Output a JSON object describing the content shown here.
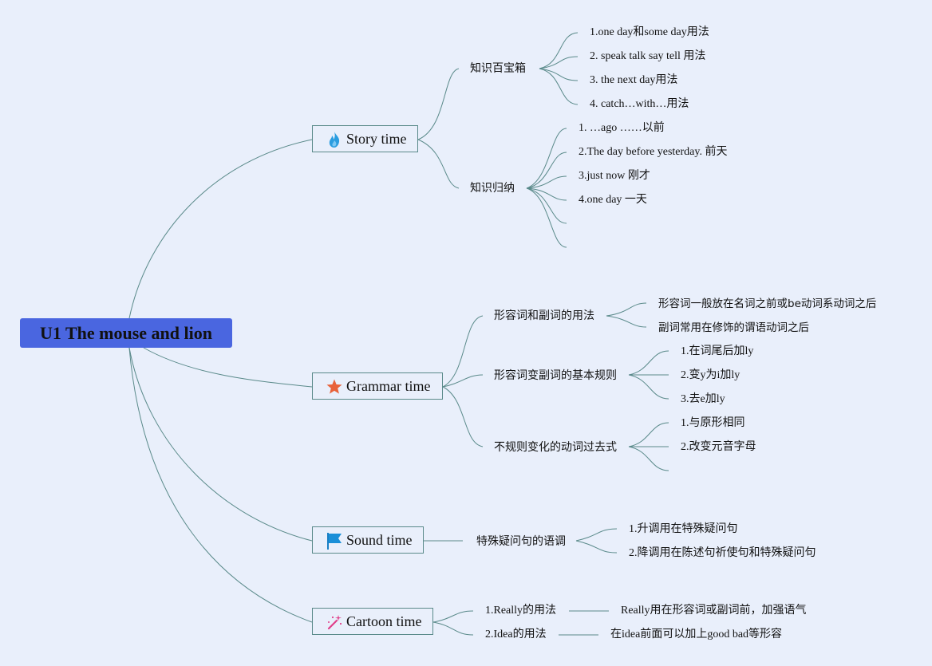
{
  "root": {
    "label": "U1 The mouse and lion"
  },
  "story": {
    "label": "Story time",
    "groups": [
      {
        "label": "知识百宝箱",
        "items": [
          "1.one day和some day用法",
          "2. speak talk say tell 用法",
          "3. the next day用法",
          "4. catch…with…用法"
        ]
      },
      {
        "label": "知识归纳",
        "items": [
          "1. …ago ……以前",
          "2.The day before yesterday. 前天",
          "3.just now 刚才",
          "4.one day 一天",
          "",
          ""
        ]
      }
    ]
  },
  "grammar": {
    "label": "Grammar time",
    "groups": [
      {
        "label": "形容词和副词的用法",
        "items": [
          "形容词一般放在名词之前或be动词系动词之后",
          "副词常用在修饰的谓语动词之后"
        ]
      },
      {
        "label": "形容词变副词的基本规则",
        "items": [
          "1.在词尾后加ly",
          "2.变y为i加ly",
          "3.去e加ly"
        ]
      },
      {
        "label": "不规则变化的动词过去式",
        "items": [
          "1.与原形相同",
          "2.改变元音字母",
          ""
        ]
      }
    ]
  },
  "sound": {
    "label": "Sound time",
    "groups": [
      {
        "label": "特殊疑问句的语调",
        "items": [
          "1.升调用在特殊疑问句",
          "2.降调用在陈述句祈使句和特殊疑问句"
        ]
      }
    ]
  },
  "cartoon": {
    "label": "Cartoon time",
    "groups": [
      {
        "label": "1.Really的用法",
        "items": [
          "Really用在形容词或副词前，加强语气"
        ]
      },
      {
        "label": "2.Idea的用法",
        "items": [
          "在idea前面可以加上good bad等形容"
        ]
      }
    ]
  },
  "colors": {
    "root_bg": "#4a66e0",
    "line": "#5a8a8a",
    "background": "#e9effb"
  },
  "icons": {
    "story": "fire-icon",
    "grammar": "star-icon",
    "sound": "flag-icon",
    "cartoon": "magic-wand-icon"
  }
}
